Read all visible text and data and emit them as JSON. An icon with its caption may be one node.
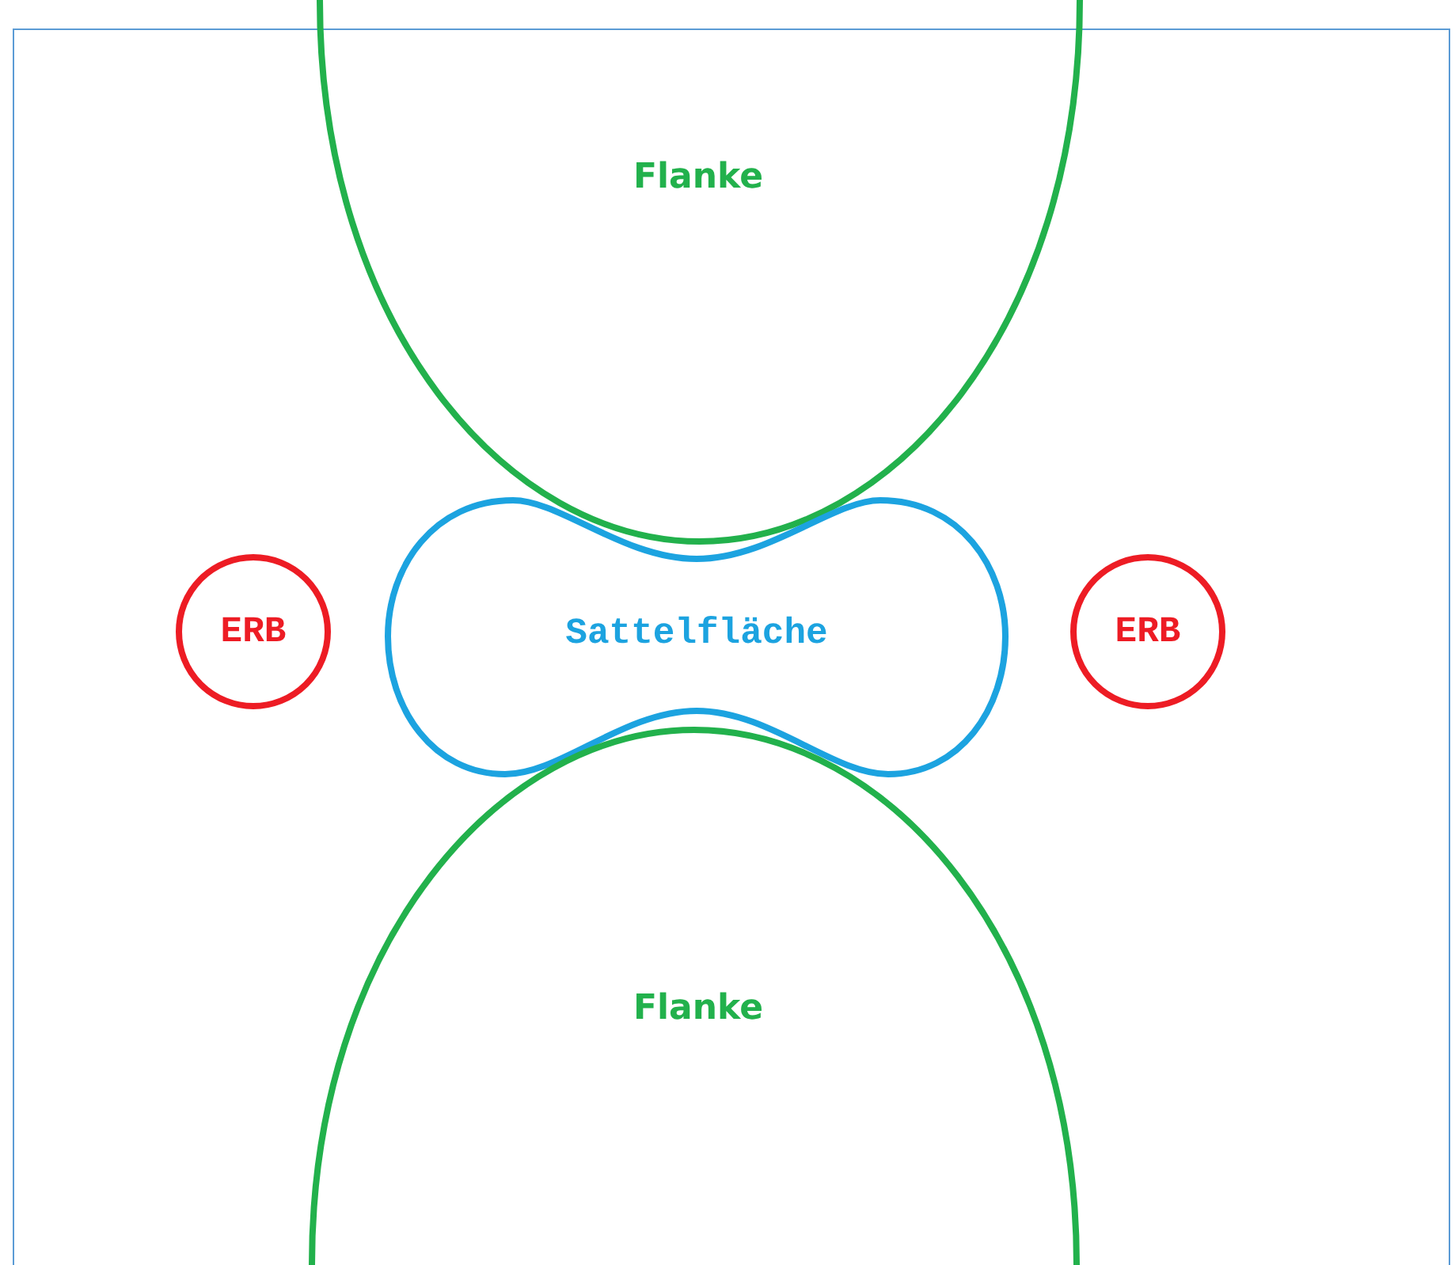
{
  "diagram": {
    "nodes": [
      {
        "text": [
          "Flanke"
        ]
      },
      {
        "text": [
          "ERB"
        ]
      },
      {
        "text": [
          "Sattelfläche"
        ]
      },
      {
        "text": [
          "ERB"
        ]
      },
      {
        "text": [
          "Flanke"
        ]
      }
    ]
  }
}
